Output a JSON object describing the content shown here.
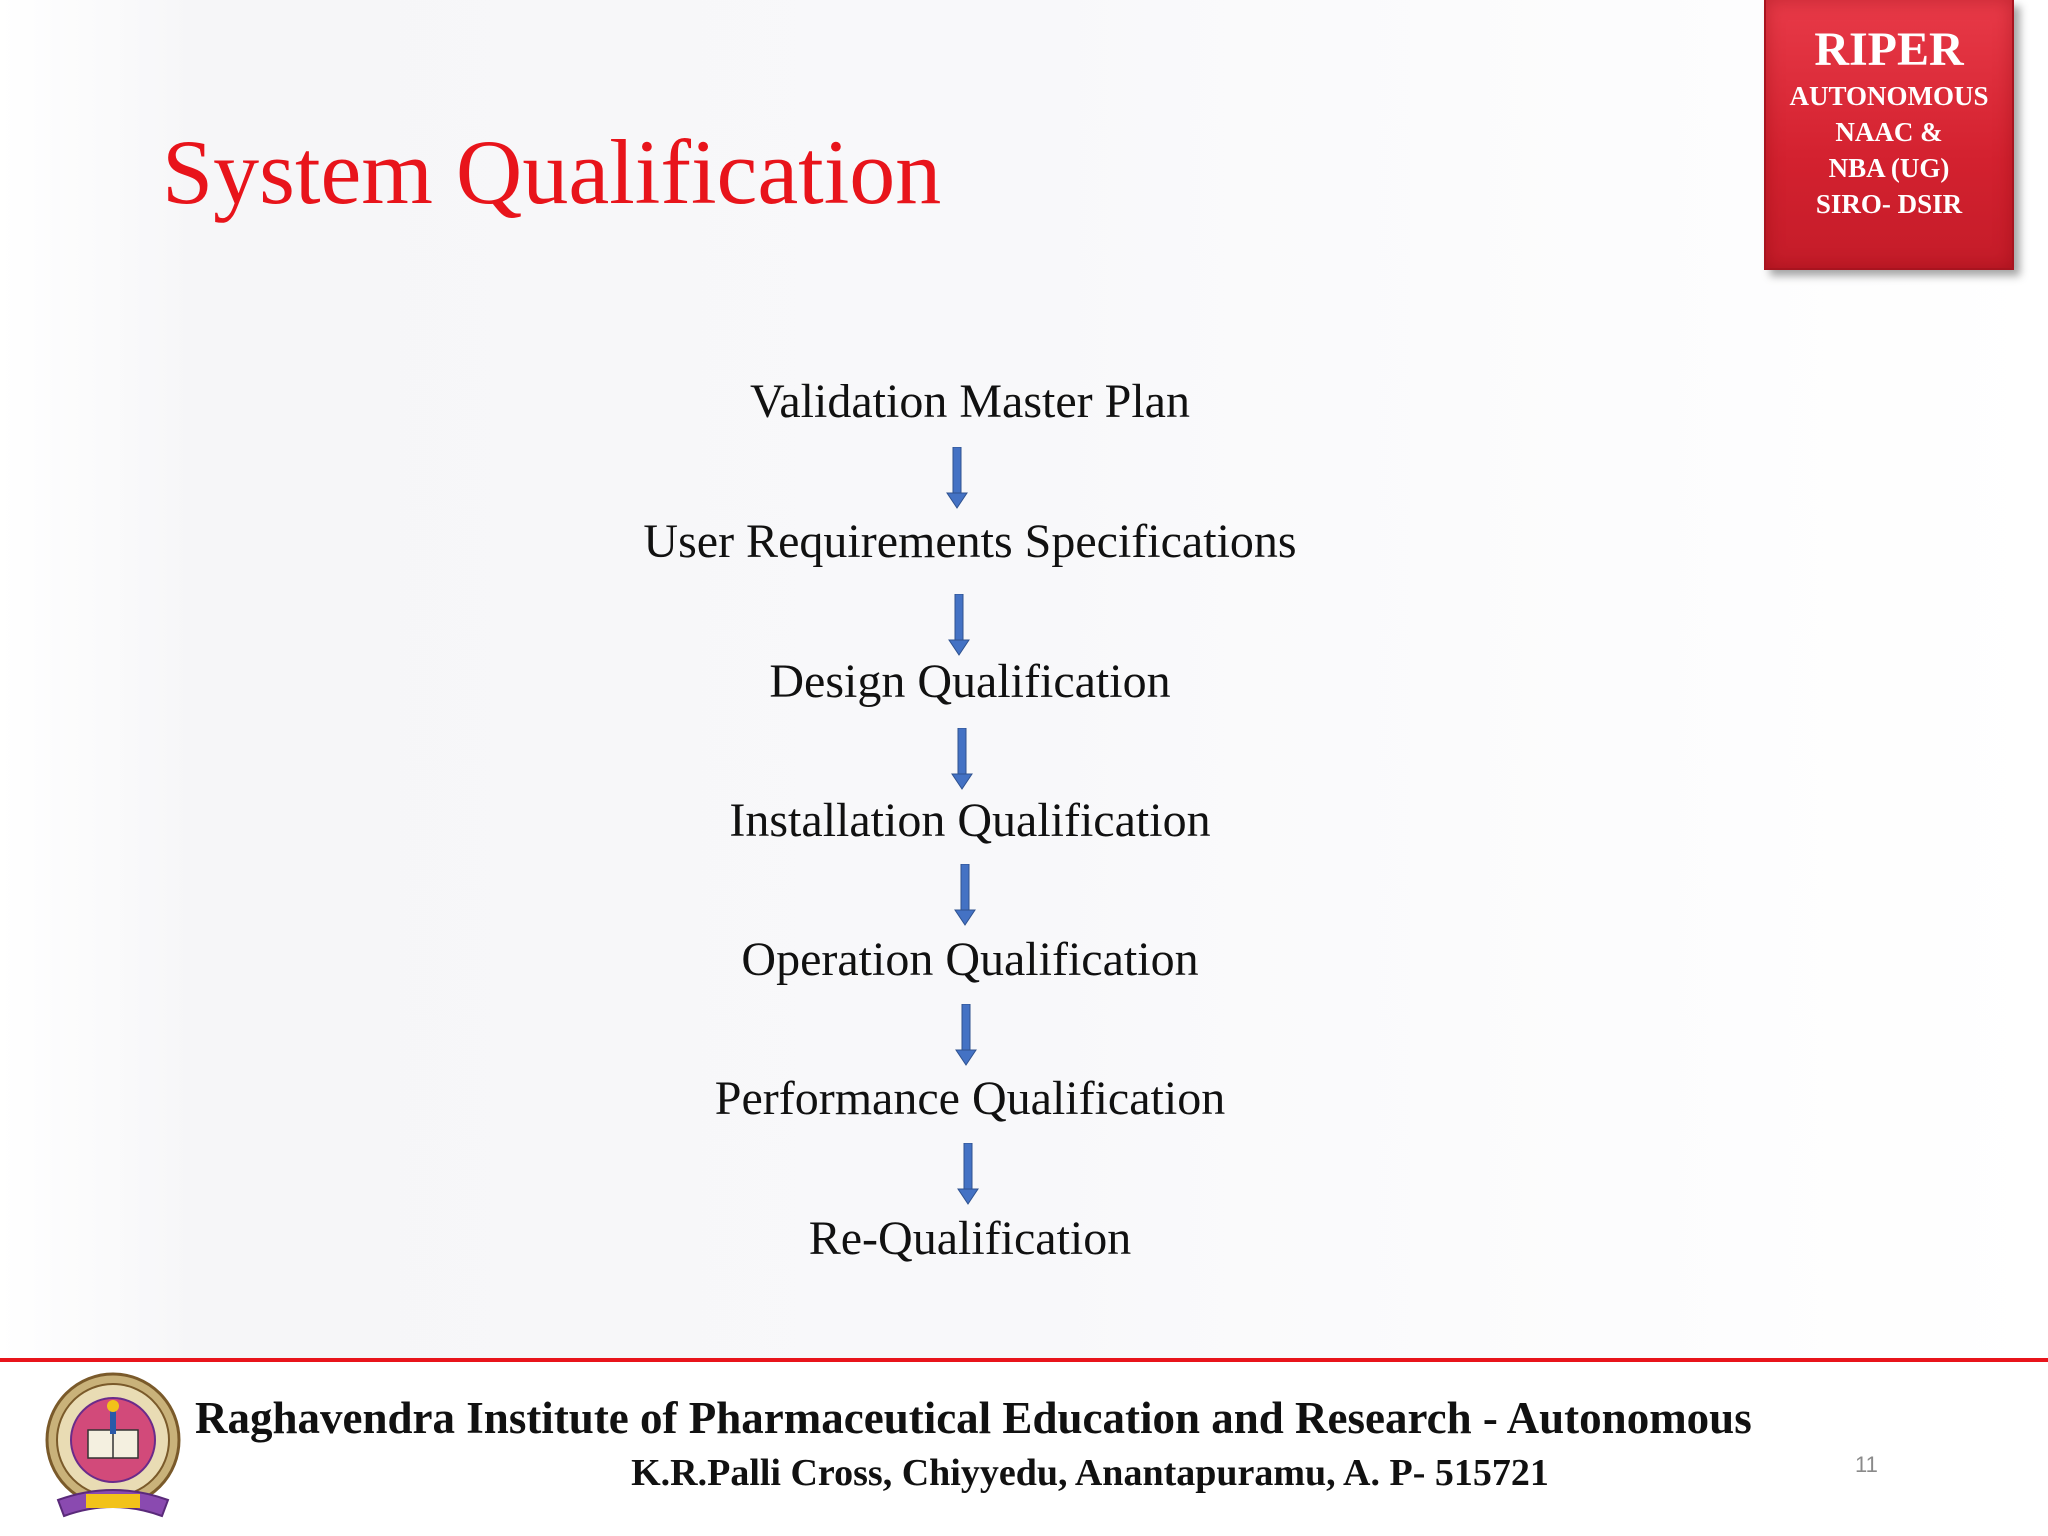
{
  "slide": {
    "title": "System Qualification",
    "page_number": "11",
    "accent_color": "#e8141b"
  },
  "badge": {
    "line1": "RIPER",
    "line2": "AUTONOMOUS",
    "line3": "NAAC &",
    "line4": "NBA (UG)",
    "line5": "SIRO- DSIR",
    "color": "#d3212f"
  },
  "flow": {
    "steps": [
      "Validation Master Plan",
      "User Requirements Specifications",
      "Design Qualification",
      "Installation Qualification",
      "Operation Qualification",
      "Performance Qualification",
      "Re-Qualification"
    ],
    "arrow_color": "#4472c4",
    "arrow_icon": "down-arrow-icon"
  },
  "footer": {
    "institute": "Raghavendra Institute of Pharmaceutical Education and Research - Autonomous",
    "address": "K.R.Palli Cross, Chiyyedu, Anantapuramu, A. P- 515721",
    "logo_icon": "institute-seal-logo"
  }
}
